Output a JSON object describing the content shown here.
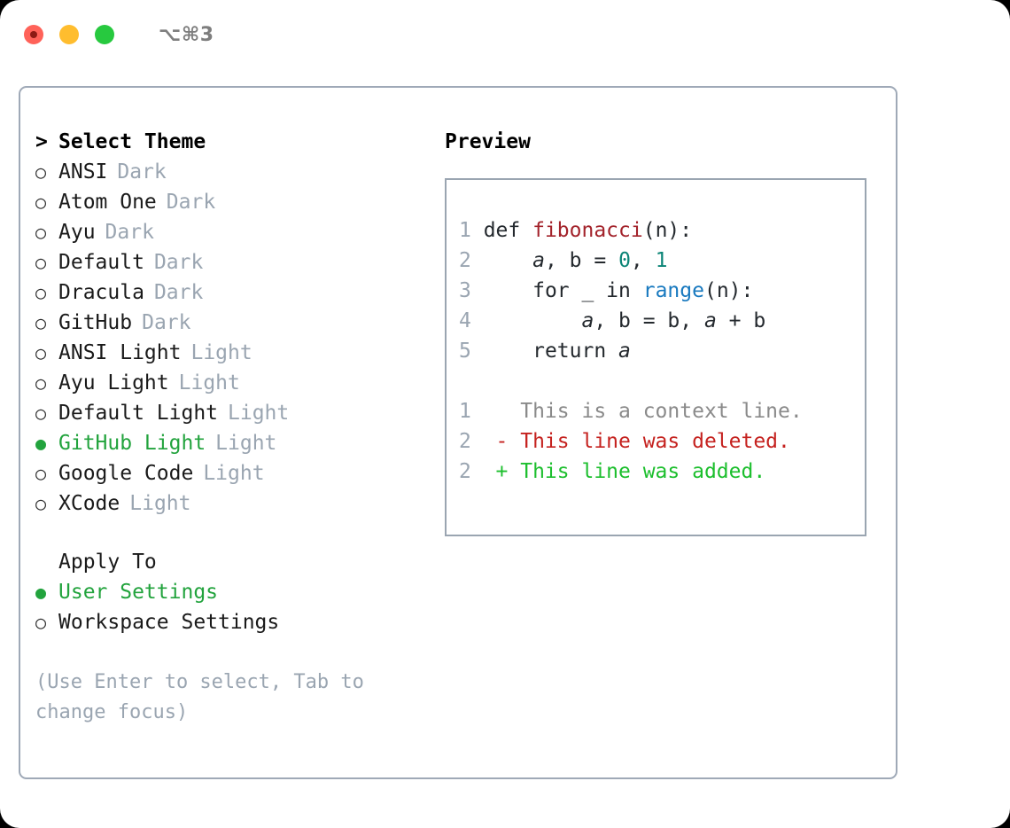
{
  "titlebar": {
    "shortcut": "⌥⌘3",
    "buttons": {
      "close": "close",
      "minimize": "minimize",
      "maximize": "maximize"
    }
  },
  "left": {
    "header": {
      "marker": ">",
      "label": "Select Theme"
    },
    "themes": [
      {
        "marker": "○",
        "label": "ANSI",
        "suffix": "Dark",
        "selected": false
      },
      {
        "marker": "○",
        "label": "Atom One",
        "suffix": "Dark",
        "selected": false
      },
      {
        "marker": "○",
        "label": "Ayu",
        "suffix": "Dark",
        "selected": false
      },
      {
        "marker": "○",
        "label": "Default",
        "suffix": "Dark",
        "selected": false
      },
      {
        "marker": "○",
        "label": "Dracula",
        "suffix": "Dark",
        "selected": false
      },
      {
        "marker": "○",
        "label": "GitHub",
        "suffix": "Dark",
        "selected": false
      },
      {
        "marker": "○",
        "label": "ANSI Light",
        "suffix": "Light",
        "selected": false
      },
      {
        "marker": "○",
        "label": "Ayu Light",
        "suffix": "Light",
        "selected": false
      },
      {
        "marker": "○",
        "label": "Default Light",
        "suffix": "Light",
        "selected": false
      },
      {
        "marker": "●",
        "label": "GitHub Light",
        "suffix": "Light",
        "selected": true
      },
      {
        "marker": "○",
        "label": "Google Code",
        "suffix": "Light",
        "selected": false
      },
      {
        "marker": "○",
        "label": "XCode",
        "suffix": "Light",
        "selected": false
      }
    ],
    "apply_to": {
      "heading": "Apply To",
      "options": [
        {
          "marker": "●",
          "label": "User Settings",
          "selected": true
        },
        {
          "marker": "○",
          "label": "Workspace Settings",
          "selected": false
        }
      ]
    },
    "hint": "(Use Enter to select, Tab to change focus)"
  },
  "right": {
    "title": "Preview",
    "code_lines": [
      {
        "num": "1",
        "tokens": [
          {
            "t": "def ",
            "k": "plain"
          },
          {
            "t": "fibonacci",
            "k": "fn"
          },
          {
            "t": "(n):",
            "k": "plain"
          }
        ]
      },
      {
        "num": "2",
        "tokens": [
          {
            "t": "    ",
            "k": "plain"
          },
          {
            "t": "a",
            "k": "var"
          },
          {
            "t": ", ",
            "k": "plain"
          },
          {
            "t": "b",
            "k": "plain"
          },
          {
            "t": " = ",
            "k": "plain"
          },
          {
            "t": "0",
            "k": "num"
          },
          {
            "t": ", ",
            "k": "plain"
          },
          {
            "t": "1",
            "k": "num"
          }
        ]
      },
      {
        "num": "3",
        "tokens": [
          {
            "t": "    for _ in ",
            "k": "plain"
          },
          {
            "t": "range",
            "k": "kwfn"
          },
          {
            "t": "(n):",
            "k": "plain"
          }
        ]
      },
      {
        "num": "4",
        "tokens": [
          {
            "t": "        ",
            "k": "plain"
          },
          {
            "t": "a",
            "k": "var"
          },
          {
            "t": ", b = b, ",
            "k": "plain"
          },
          {
            "t": "a",
            "k": "var"
          },
          {
            "t": " + b",
            "k": "plain"
          }
        ]
      },
      {
        "num": "5",
        "tokens": [
          {
            "t": "    return ",
            "k": "plain"
          },
          {
            "t": "a",
            "k": "var"
          }
        ]
      }
    ],
    "diff_lines": [
      {
        "num": "1",
        "sign": " ",
        "text": "This is a context line.",
        "kind": "context"
      },
      {
        "num": "2",
        "sign": "-",
        "text": "This line was deleted.",
        "kind": "deleted"
      },
      {
        "num": "2",
        "sign": "+",
        "text": "This line was added.",
        "kind": "added"
      }
    ]
  },
  "colors": {
    "accent_green": "#22a33d",
    "muted": "#9aa5b1",
    "border": "#9fa9b7",
    "diff_add": "#1dbf2e",
    "diff_del": "#c5221f",
    "syntax_fn": "#a3232b",
    "syntax_num": "#0c8577",
    "syntax_builtin": "#1879bf"
  }
}
